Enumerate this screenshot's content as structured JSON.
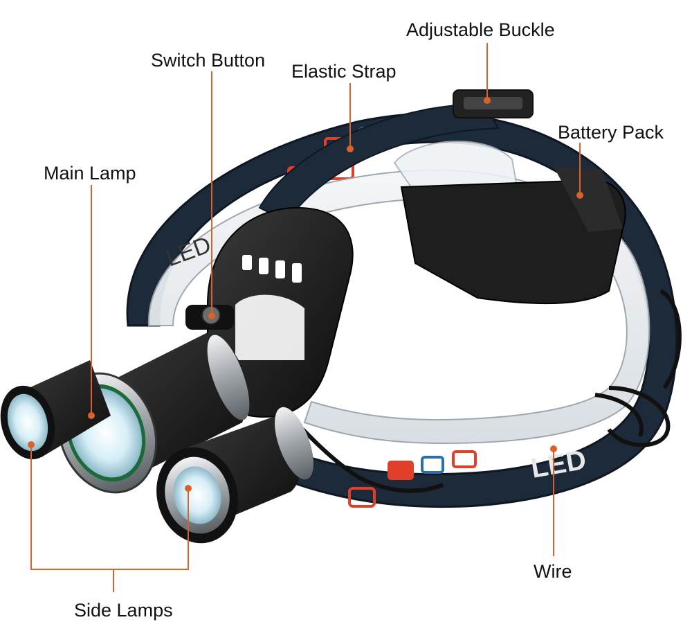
{
  "labels": {
    "adjustable_buckle": "Adjustable Buckle",
    "switch_button": "Switch Button",
    "elastic_strap": "Elastic Strap",
    "battery_pack": "Battery Pack",
    "main_lamp": "Main Lamp",
    "wire": "Wire",
    "side_lamps": "Side Lamps"
  },
  "strap_print": [
    "LED",
    "LED"
  ],
  "colors": {
    "leader_line": "#d9622b",
    "strap": "#1c2a3a",
    "strap_pattern_red": "#e0402a",
    "strap_pattern_blue": "#2b6fa8",
    "housing": "#1a1a1a",
    "metal": "#c9ccd0",
    "lens": "#d8eef5",
    "screw": "#c78a4a"
  }
}
